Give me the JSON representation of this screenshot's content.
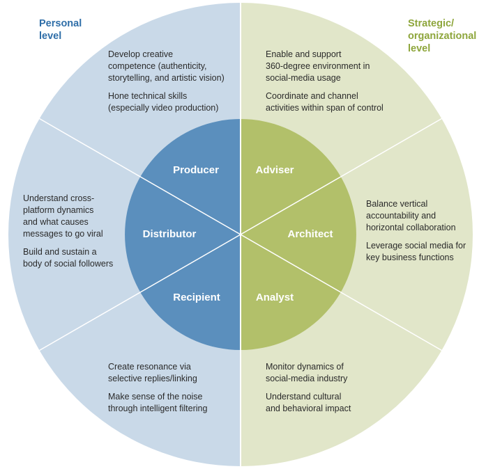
{
  "colors": {
    "personal_outer": "#c9d9e8",
    "personal_inner": "#5b8fbd",
    "strategic_outer": "#e1e6c9",
    "strategic_inner": "#b2c06a",
    "personal_title": "#2f6ea8",
    "strategic_title": "#8ea63c",
    "divider": "#ffffff",
    "body_text": "#2a2a2a"
  },
  "corner_labels": {
    "personal": [
      "Personal",
      "level"
    ],
    "strategic": [
      "Strategic/",
      "organizational",
      "level"
    ]
  },
  "roles": {
    "producer": "Producer",
    "distributor": "Distributor",
    "recipient": "Recipient",
    "adviser": "Adviser",
    "architect": "Architect",
    "analyst": "Analyst"
  },
  "descriptions": {
    "producer": [
      [
        "Develop creative",
        "competence (authenticity,",
        "storytelling, and artistic vision)"
      ],
      [
        "Hone technical skills",
        "(especially video production)"
      ]
    ],
    "distributor": [
      [
        "Understand cross-",
        "platform dynamics",
        "and what causes",
        "messages to go viral"
      ],
      [
        "Build and sustain a",
        "body of social followers"
      ]
    ],
    "recipient": [
      [
        "Create resonance via",
        "selective replies/linking"
      ],
      [
        "Make sense of the noise",
        "through intelligent filtering"
      ]
    ],
    "adviser": [
      [
        "Enable and support",
        "360-degree environment in",
        "social-media usage"
      ],
      [
        "Coordinate and channel",
        "activities within span of control"
      ]
    ],
    "architect": [
      [
        "Balance vertical",
        "accountability and",
        "horizontal collaboration"
      ],
      [
        "Leverage social media for",
        "key business functions"
      ]
    ],
    "analyst": [
      [
        "Monitor dynamics of",
        "social-media industry"
      ],
      [
        "Understand cultural",
        "and behavioral impact"
      ]
    ]
  }
}
